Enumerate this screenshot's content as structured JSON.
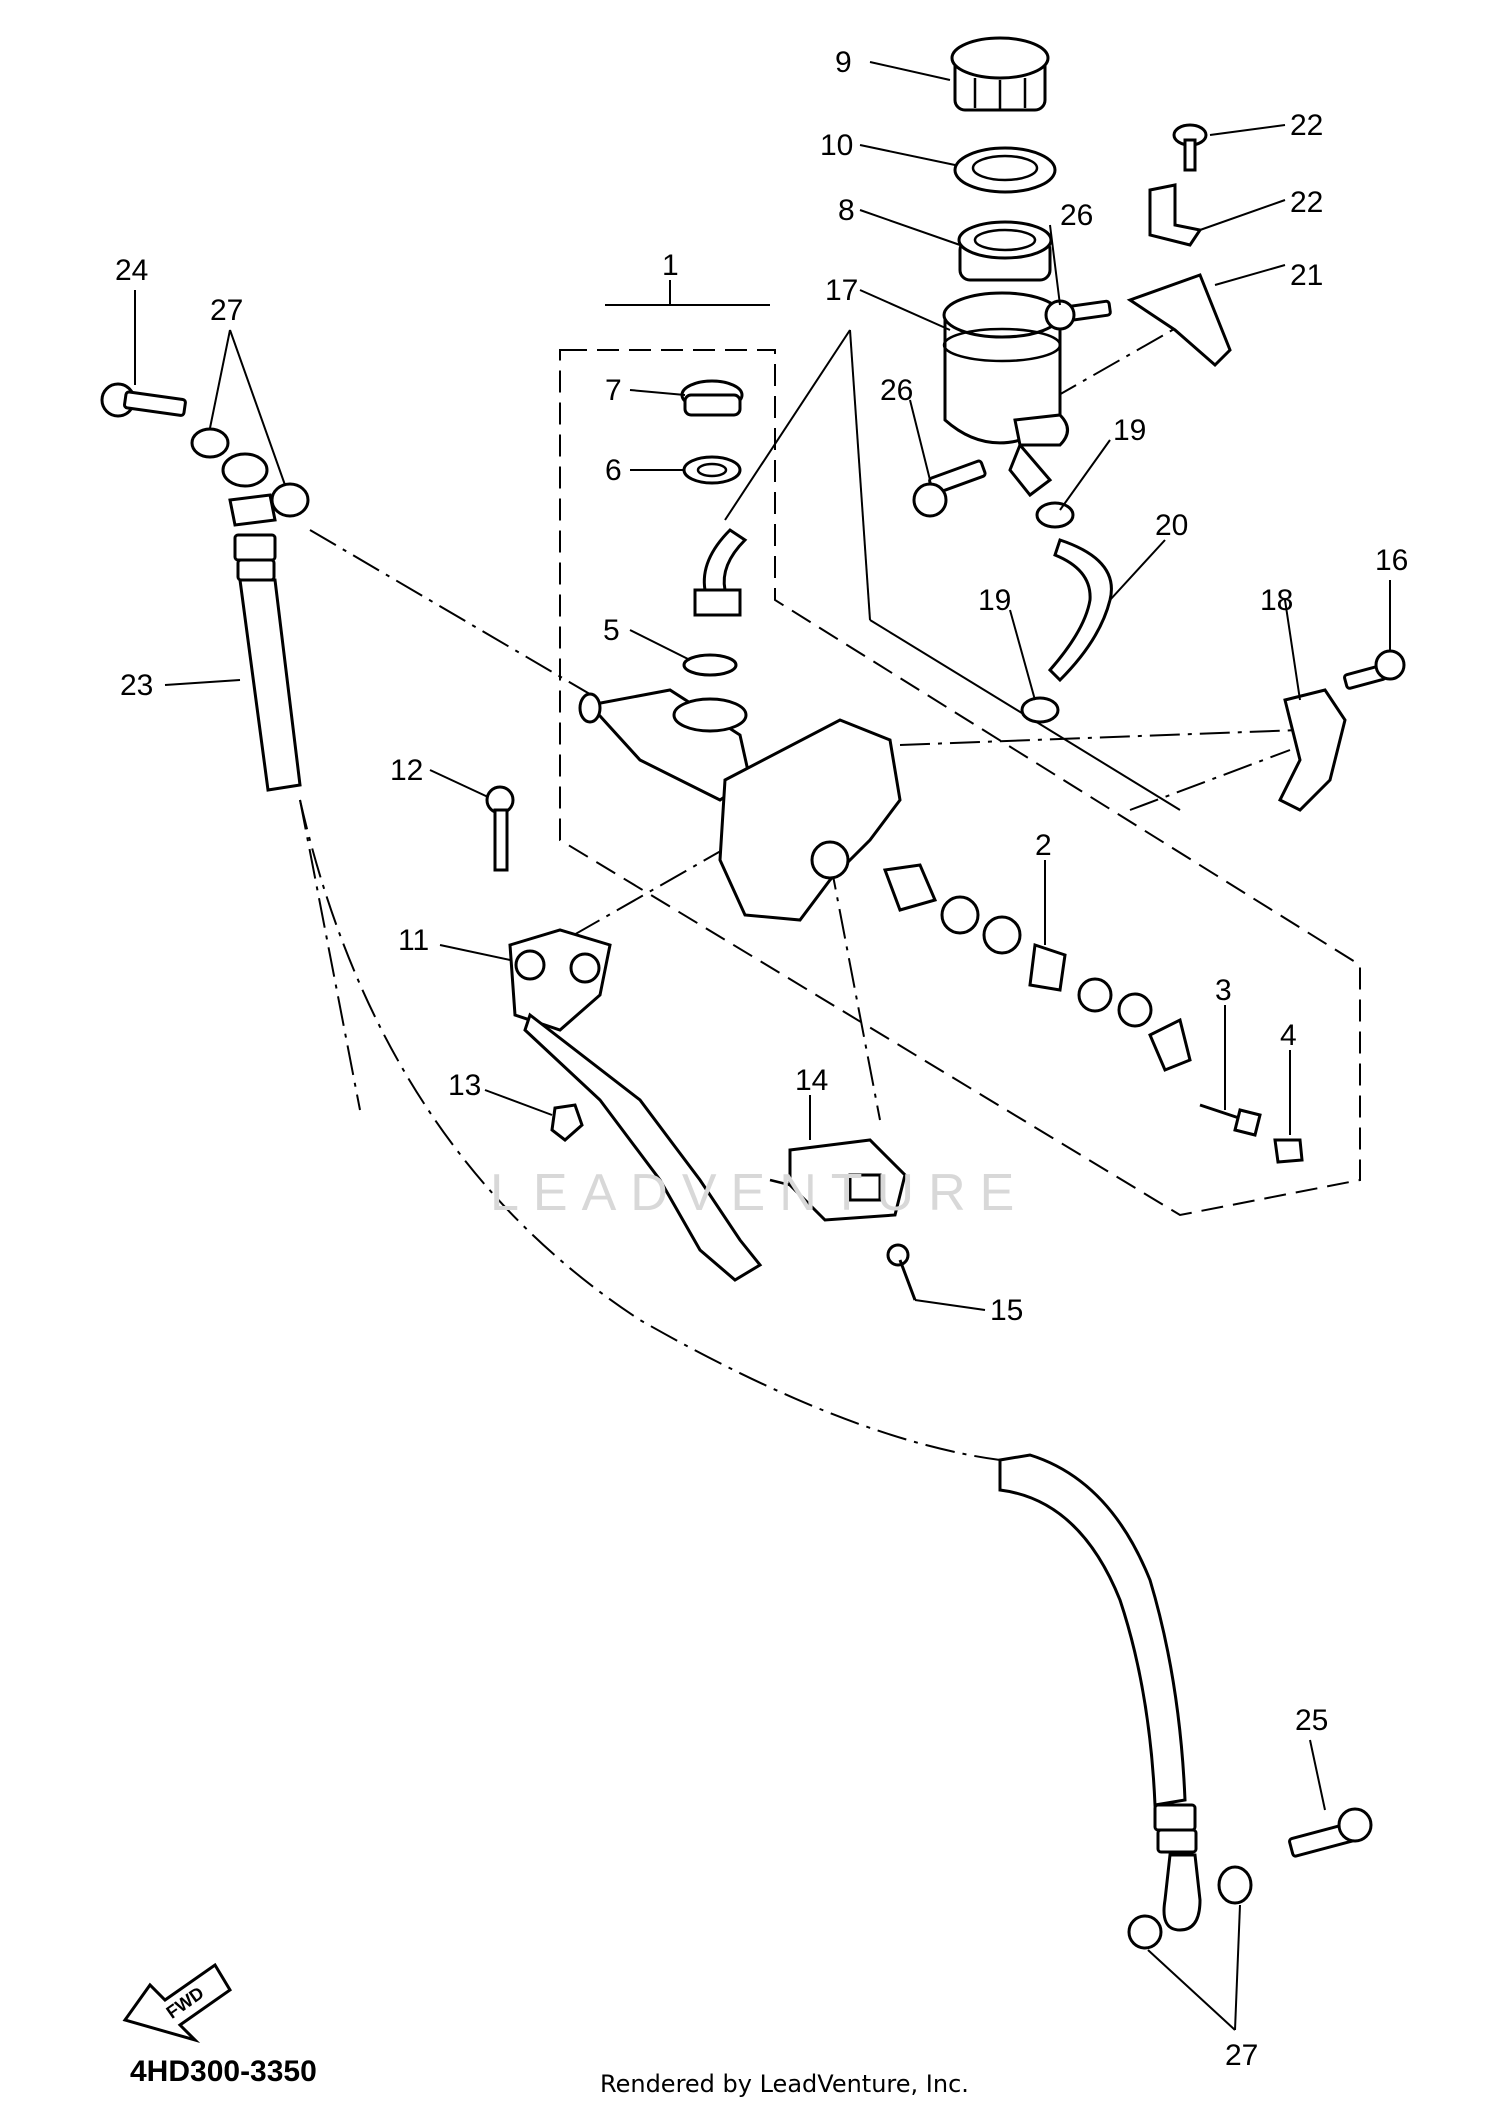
{
  "diagram_code": "4HD300-3350",
  "credit": "Rendered by LeadVenture, Inc.",
  "watermark": "LEADVENTURE",
  "fwd_label": "FWD",
  "callouts": [
    {
      "id": "c1",
      "text": "1"
    },
    {
      "id": "c2",
      "text": "2"
    },
    {
      "id": "c3",
      "text": "3"
    },
    {
      "id": "c4",
      "text": "4"
    },
    {
      "id": "c5",
      "text": "5"
    },
    {
      "id": "c6",
      "text": "6"
    },
    {
      "id": "c7",
      "text": "7"
    },
    {
      "id": "c8",
      "text": "8"
    },
    {
      "id": "c9",
      "text": "9"
    },
    {
      "id": "c10",
      "text": "10"
    },
    {
      "id": "c11",
      "text": "11"
    },
    {
      "id": "c12",
      "text": "12"
    },
    {
      "id": "c13",
      "text": "13"
    },
    {
      "id": "c14",
      "text": "14"
    },
    {
      "id": "c15",
      "text": "15"
    },
    {
      "id": "c16",
      "text": "16"
    },
    {
      "id": "c17",
      "text": "17"
    },
    {
      "id": "c18",
      "text": "18"
    },
    {
      "id": "c19a",
      "text": "19"
    },
    {
      "id": "c19b",
      "text": "19"
    },
    {
      "id": "c20",
      "text": "20"
    },
    {
      "id": "c21",
      "text": "21"
    },
    {
      "id": "c22a",
      "text": "22"
    },
    {
      "id": "c22b",
      "text": "22"
    },
    {
      "id": "c23",
      "text": "23"
    },
    {
      "id": "c24",
      "text": "24"
    },
    {
      "id": "c25",
      "text": "25"
    },
    {
      "id": "c26a",
      "text": "26"
    },
    {
      "id": "c26b",
      "text": "26"
    },
    {
      "id": "c27a",
      "text": "27"
    },
    {
      "id": "c27b",
      "text": "27"
    }
  ]
}
